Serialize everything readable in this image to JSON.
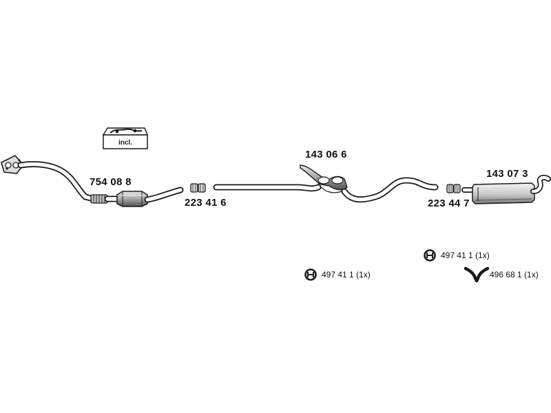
{
  "incl_kit": {
    "label": "incl."
  },
  "parts": [
    {
      "number": "754 08 8",
      "name": "catalytic-converter-front-pipe"
    },
    {
      "number": "223 41 6",
      "name": "clamp-1"
    },
    {
      "number": "143 06 6",
      "name": "centre-silencer"
    },
    {
      "number": "223 44 7",
      "name": "clamp-2"
    },
    {
      "number": "143 07 3",
      "name": "rear-silencer"
    }
  ],
  "fittings": [
    {
      "text": "497 41 1 (1x)",
      "icon": "rubber-mount-icon"
    },
    {
      "text": "497 41 1 (1x)",
      "icon": "rubber-mount-icon"
    },
    {
      "text": "496 68 1 (1x)",
      "icon": "hanger-bracket-icon"
    }
  ],
  "colors": {
    "line": "#1a1a1a",
    "fill": "#ffffff",
    "shade": "#cfcfcf",
    "dark_shade": "#8c8c8c"
  }
}
